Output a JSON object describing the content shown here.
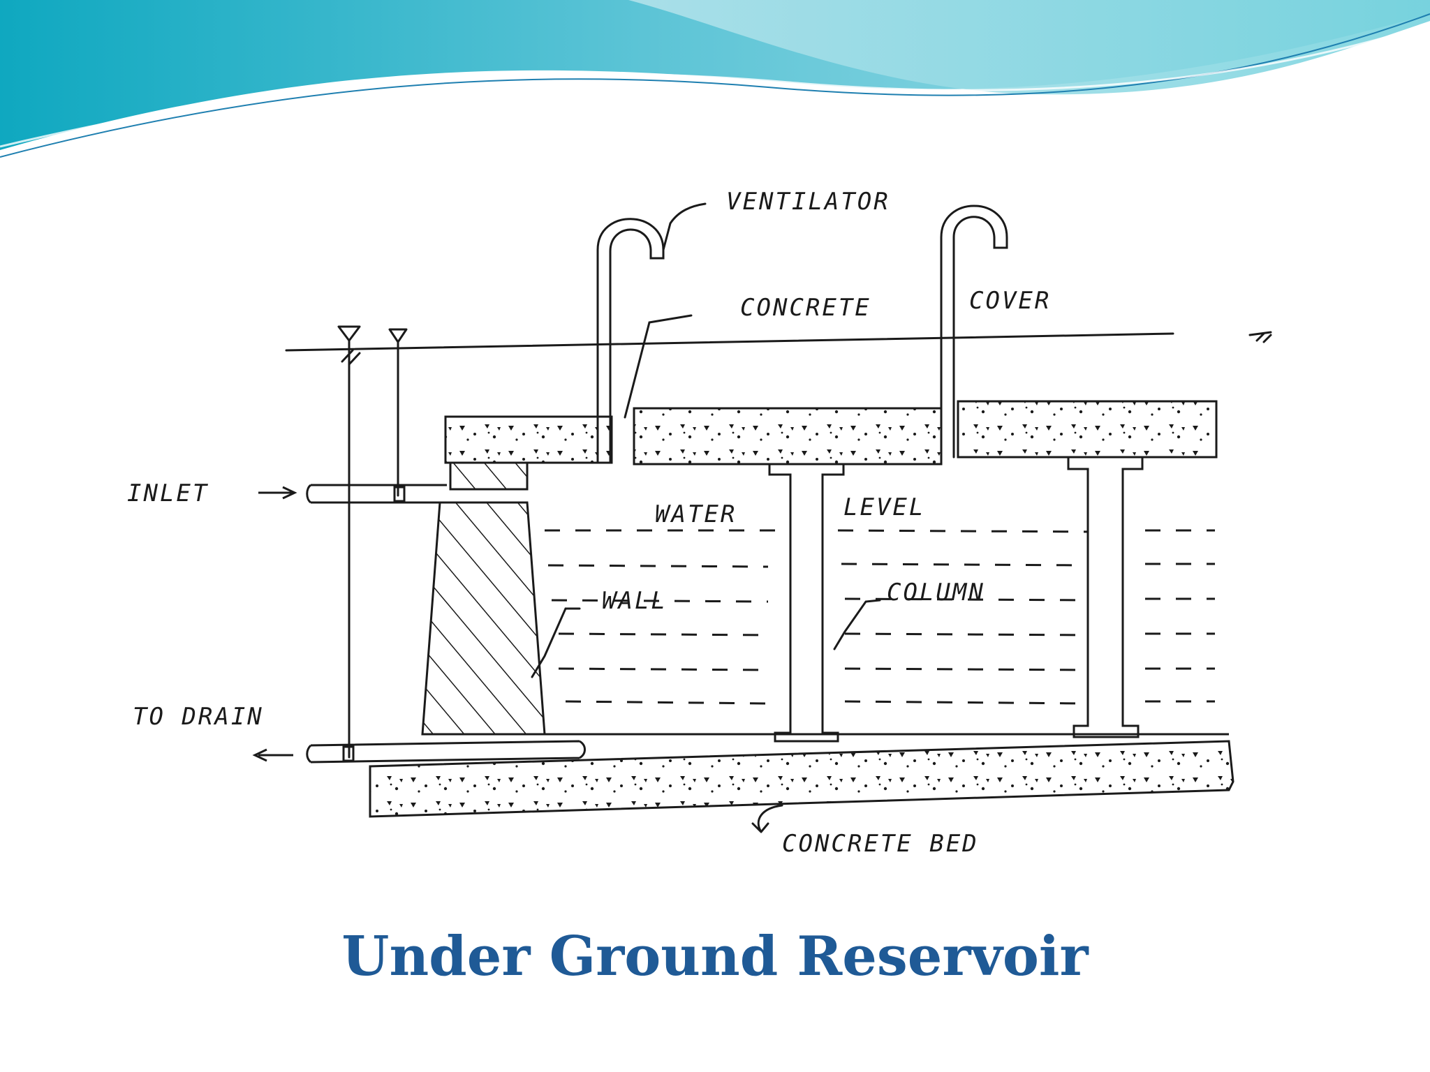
{
  "slide": {
    "title": "Under Ground Reservoir",
    "title_color": "#1f5a96",
    "header_colors": [
      "#0fa8c0",
      "#4fc3d4",
      "#a6e0e8",
      "#1e7fb0"
    ]
  },
  "diagram": {
    "labels": {
      "ventilator": "VENTILATOR",
      "concrete_cover_1": "CONCRETE",
      "concrete_cover_2": "COVER",
      "inlet": "INLET",
      "water": "WATER",
      "level": "LEVEL",
      "wall": "WALL",
      "column": "COLUMN",
      "to_drain": "TO DRAIN",
      "concrete_bed": "CONCRETE BED"
    }
  }
}
